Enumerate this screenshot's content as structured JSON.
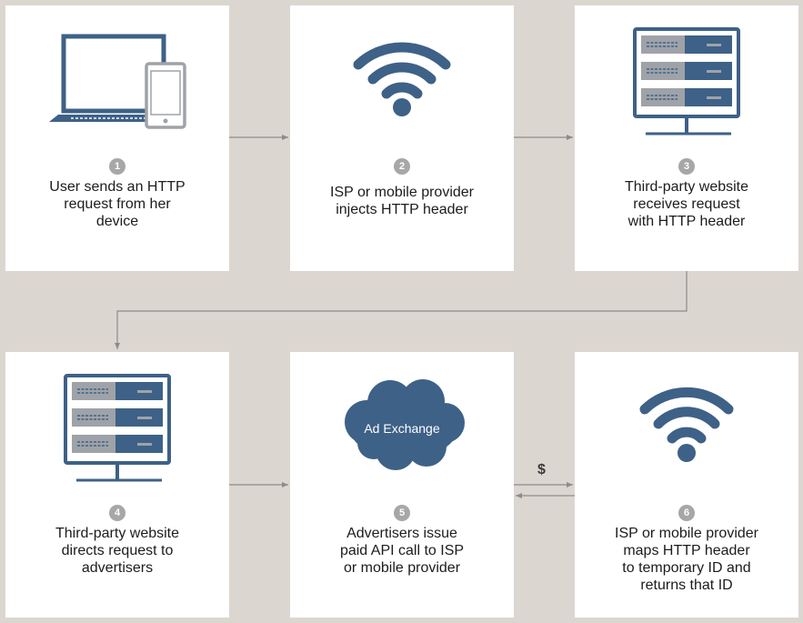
{
  "colors": {
    "background": "#dcd6d1",
    "card": "#ffffff",
    "icon_blue": "#3e6187",
    "icon_gray": "#9fa3a8",
    "badge": "#a7a7a7",
    "connector": "#8c8c8c"
  },
  "steps": [
    {
      "number": "1",
      "icon": "laptop-and-phone-icon",
      "lines": [
        "User sends an HTTP",
        "request from her",
        "device"
      ]
    },
    {
      "number": "2",
      "icon": "wifi-icon",
      "lines": [
        "ISP or mobile provider",
        "injects HTTP header"
      ]
    },
    {
      "number": "3",
      "icon": "server-icon",
      "lines": [
        "Third-party website",
        "receives request",
        "with HTTP header"
      ]
    },
    {
      "number": "4",
      "icon": "server-icon",
      "lines": [
        "Third-party website",
        "directs request to",
        "advertisers"
      ]
    },
    {
      "number": "5",
      "icon": "cloud-icon",
      "cloud_label": "Ad Exchange",
      "lines": [
        "Advertisers issue",
        "paid API call to ISP",
        "or mobile provider"
      ]
    },
    {
      "number": "6",
      "icon": "wifi-icon",
      "lines": [
        "ISP or mobile provider",
        "maps HTTP header",
        "to temporary ID and",
        "returns that ID"
      ]
    }
  ],
  "payment_label": "$"
}
